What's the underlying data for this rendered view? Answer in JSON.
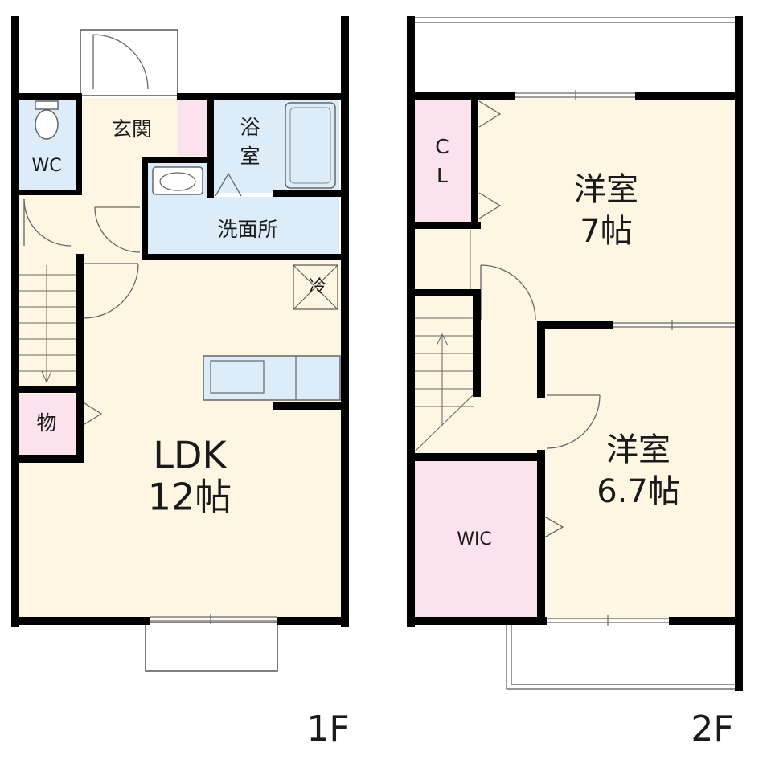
{
  "floors": [
    {
      "label": "1F",
      "rooms": {
        "wc": "WC",
        "genkan": "玄関",
        "bath_line1": "浴",
        "bath_line2": "室",
        "senmen": "洗面所",
        "fridge": "冷",
        "storage": "物",
        "ldk_name": "LDK",
        "ldk_size": "12帖"
      }
    },
    {
      "label": "2F",
      "rooms": {
        "closet_line1": "C",
        "closet_line2": "L",
        "room1_name": "洋室",
        "room1_size": "7帖",
        "room2_name": "洋室",
        "room2_size": "6.7帖",
        "wic": "WIC"
      }
    }
  ],
  "colors": {
    "wall": "#000000",
    "living": "#fdf6e3",
    "wet_area": "#dcedf9",
    "storage": "#fbe2ec",
    "exterior_line": "#555555"
  }
}
